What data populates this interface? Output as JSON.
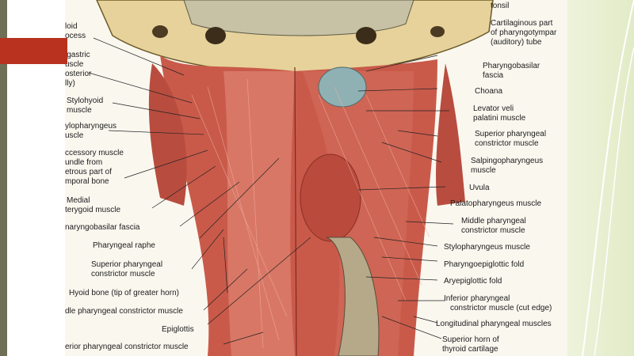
{
  "figure": {
    "labels_left": [
      "loid",
      "ocess",
      "igastric",
      "uscle",
      "osterior",
      "lly)",
      "Stylohyoid",
      "muscle",
      "ylopharyngeus",
      "uscle",
      "ccessory muscle",
      "undle from",
      "etrous part of",
      "mporal bone",
      "Medial",
      "terygoid muscle",
      "naryngobasilar fascia",
      "Pharyngeal raphe",
      "Superior pharyngeal",
      "constrictor muscle",
      "Hyoid bone (tip of greater horn)",
      "dle pharyngeal constrictor muscle",
      "Epiglottis",
      "erior pharyngeal constrictor muscle"
    ],
    "labels_right": [
      "tonsil",
      "Cartilaginous part",
      "of pharyngotympar",
      "(auditory) tube",
      "Pharyngobasilar",
      "fascia",
      "Choana",
      "Levator veli",
      "palatini muscle",
      "Superior pharyngeal",
      "constrictor muscle",
      "Salpingopharyngeus",
      "muscle",
      "Uvula",
      "Palatopharyngeus muscle",
      "Middle pharyngeal",
      "constrictor muscle",
      "Stylopharyngeus muscle",
      "Pharyngoepiglottic fold",
      "Aryepiglottic fold",
      "Inferior pharyngeal",
      "constrictor muscle (cut edge)",
      "Longitudinal pharyngeal muscles",
      "Superior horn of",
      "thyroid cartilage"
    ]
  }
}
